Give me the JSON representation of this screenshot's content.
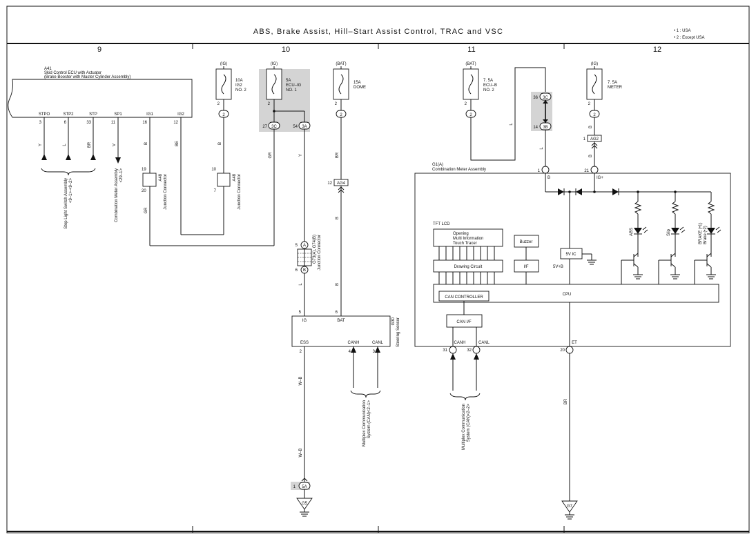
{
  "title": "ABS,  Brake Assist,  Hill–Start Assist Control,  TRAC and VSC",
  "notes": [
    "• 1 : USA",
    "• 2 : Except USA"
  ],
  "columns": [
    "9",
    "10",
    "11",
    "12"
  ],
  "ecu": {
    "code": "A41",
    "name1": "Skid Control ECU with Actuator",
    "name2": "(Brake Booster with Master Cylinder Assembly)",
    "terminals": [
      {
        "name": "STPO",
        "pin": "3",
        "wire": "Y"
      },
      {
        "name": "STP2",
        "pin": "6",
        "wire": "L"
      },
      {
        "name": "STP",
        "pin": "33",
        "wire": "BR"
      },
      {
        "name": "SP1",
        "pin": "11",
        "wire": "V"
      },
      {
        "name": "IG1",
        "pin": "16",
        "wire": "B"
      },
      {
        "name": "IG2",
        "pin": "12",
        "wire": "BE"
      }
    ]
  },
  "stop_switch": {
    "line1": "Stop Light Switch Assembly",
    "line2": "<9–1>-<9–2>"
  },
  "comb_meter_ref": {
    "line1": "Combination Meter Assembly",
    "line2": "<29–1>"
  },
  "junction_a48_left": {
    "pin_top": "19",
    "pin_bottom": "20",
    "code": "A48",
    "name": "Junction Connector",
    "wire": "GR"
  },
  "junction_a48_right": {
    "pin_top": "10",
    "pin_bottom": "7",
    "code": "A48",
    "name": "Junction Connector",
    "wire": "B"
  },
  "fuses": [
    {
      "supply": "(IG)",
      "line1": "10A",
      "line2": "IG2",
      "line3": "NO. 2",
      "pin": "2",
      "conn": "2"
    },
    {
      "supply": "(IG)",
      "line1": "5A",
      "line2": "ECU–IG",
      "line3": "NO. 1",
      "pin": "2",
      "conn_a": "3C",
      "conn_b": "3A",
      "pin_a": "27",
      "pin_b": "54"
    },
    {
      "supply": "(BAT)",
      "line1": "15A",
      "line2": "DOME",
      "line3": "",
      "pin": "2",
      "conn": "2"
    },
    {
      "supply": "(BAT)",
      "line1": "7. 5A",
      "line2": "ECU–B",
      "line3": "NO. 2",
      "pin": "2",
      "conn": "2"
    },
    {
      "supply": "(IG)",
      "line1": "7. 5A",
      "line2": "METER",
      "line3": "",
      "pin": "2",
      "conn": "2"
    }
  ],
  "ecu_b_conn": {
    "pin_top": "36",
    "conn_top": "3C",
    "pin_bottom": "14",
    "conn_bottom": "3B"
  },
  "wires_col10": {
    "fuse2_out": "GR",
    "fuse2_out_b": "Y",
    "dome_out": "BR",
    "ag4_out": "B",
    "ag4": "AG4",
    "ag4_pin": "12",
    "jc_out": "L",
    "dome_lower": "B"
  },
  "jc_g73": {
    "pin_top": "5",
    "conn_top": "A",
    "pin_bottom": "6",
    "conn_bottom": "B",
    "name1": "G73(A), G74(B)",
    "name2": "Junction Connector"
  },
  "steering": {
    "code": "G30",
    "name": "Steering Sensor",
    "ig": "IG",
    "bat": "BAT",
    "ess": "ESS",
    "canh": "CANH",
    "canl": "CANL",
    "pin_ig": "5",
    "pin_bat": "6",
    "pin_ess": "2",
    "pin_canh": "4",
    "pin_canl": "3",
    "ess_wire": "W–B",
    "ess_wire2": "W–B"
  },
  "mux1": {
    "line1": "Multiplex Communication",
    "line2": "System (CAN)<2–1>"
  },
  "mux2": {
    "line1": "Multiplex Communication",
    "line2": "System (CAN)<2–2>"
  },
  "ground_g5": {
    "pin": "1",
    "conn": "5A",
    "label": "G5"
  },
  "ground_g7": {
    "label": "G7"
  },
  "meter": {
    "code": "G1(A)",
    "name": "Combination Meter Assembly",
    "pin_b": "1",
    "b": "B",
    "pin_ig": "21",
    "ig": "IG+",
    "ag2": "AG2",
    "ag2_pin": "1",
    "ecu_b_wire": "L",
    "ecu_b_wire2": "L",
    "meter_wire": "B",
    "meter_wire2": "B",
    "tft": "TFT LCD",
    "opening1": "Opening",
    "opening2": "Multi Information",
    "opening3": "Touch Tracer",
    "drawing": "Drawing Circuit",
    "buzzer": "Buzzer",
    "if": "I/F",
    "vic": "5V IC",
    "vb": "5V+B",
    "cpu": "CPU",
    "can_ctrl": "CAN CONTROLLER",
    "can_if": "CAN I/F",
    "canh": "CANH",
    "canl": "CANL",
    "et": "ET",
    "pin_canh": "31",
    "pin_canl": "32",
    "pin_et": "20",
    "et_wire": "BR",
    "lamps": [
      "ABS",
      "Slip",
      "BRAKE (•1)"
    ],
    "lamp_brake2": "Brake (•2)"
  }
}
